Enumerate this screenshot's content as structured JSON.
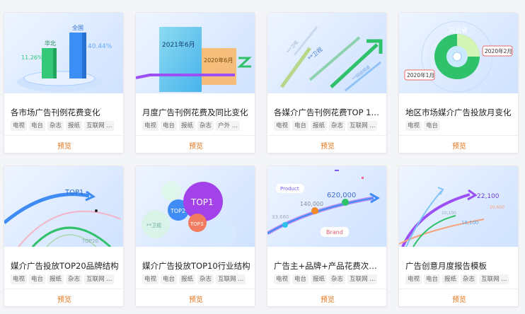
{
  "cards": [
    {
      "title": "各市场广告刊例花费变化",
      "tags": [
        "电视",
        "电台",
        "杂志",
        "报纸",
        "互联网 ..."
      ],
      "preview": "预览",
      "thumb": {
        "label_a": "华北",
        "label_b": "全国",
        "value_a": "11.26%",
        "value_b": "40.44%"
      }
    },
    {
      "title": "月度广告刊例花费及同比变化",
      "tags": [
        "电视",
        "电台",
        "报纸",
        "杂志",
        "户外 ..."
      ],
      "preview": "预览",
      "thumb": {
        "label_a": "2021年6月",
        "label_b": "2020年6月"
      }
    },
    {
      "title": "各媒介广告刊例花费TOP 10...",
      "tags": [
        "电视",
        "电台",
        "报纸",
        "杂志",
        "互联网 ..."
      ],
      "preview": "预览",
      "thumb": {
        "label_a": "**卫视",
        "label_b": "**网络频道",
        "label_c": "***卫视"
      }
    },
    {
      "title": "地区市场媒介广告投放月变化",
      "tags": [
        "电视",
        "电台"
      ],
      "preview": "预览",
      "thumb": {
        "label_a": "河北省",
        "label_b": "2020年2月",
        "label_c": "2020年1月"
      }
    },
    {
      "title": "媒介广告投放TOP20品牌结构",
      "tags": [
        "电视",
        "电台",
        "报纸",
        "杂志",
        "互联网 ..."
      ],
      "preview": "预览",
      "thumb": {
        "label_a": "TOP1",
        "label_b": "TOP20"
      }
    },
    {
      "title": "媒介广告投放TOP10行业结构",
      "tags": [
        "电视",
        "电台",
        "报纸",
        "杂志",
        "互联网 ..."
      ],
      "preview": "预览",
      "thumb": {
        "label_a": "TOP1",
        "label_b": "TOP2",
        "label_c": "TOP3",
        "label_d": "**卫视"
      }
    },
    {
      "title": "广告主+品牌+产品花费次数...",
      "tags": [
        "电视",
        "电台",
        "报纸",
        "杂志",
        "互联网 ..."
      ],
      "preview": "预览",
      "thumb": {
        "label_a": "Product",
        "label_b": "620,000",
        "label_c": "140,000",
        "label_d": "33,660",
        "label_e": "Brand"
      }
    },
    {
      "title": "广告创意月度报告模板",
      "tags": [
        "电视",
        "电台",
        "报纸",
        "杂志",
        "互联网 ..."
      ],
      "preview": "预览",
      "thumb": {
        "label_a": "22,100",
        "label_b": "18,100",
        "label_c": "10,100",
        "label_d": "20,600"
      }
    }
  ],
  "colors": {
    "accent": "#e37318",
    "green": "#2fc26a",
    "blue": "#3e8cf4",
    "purple": "#9b4ff5"
  }
}
